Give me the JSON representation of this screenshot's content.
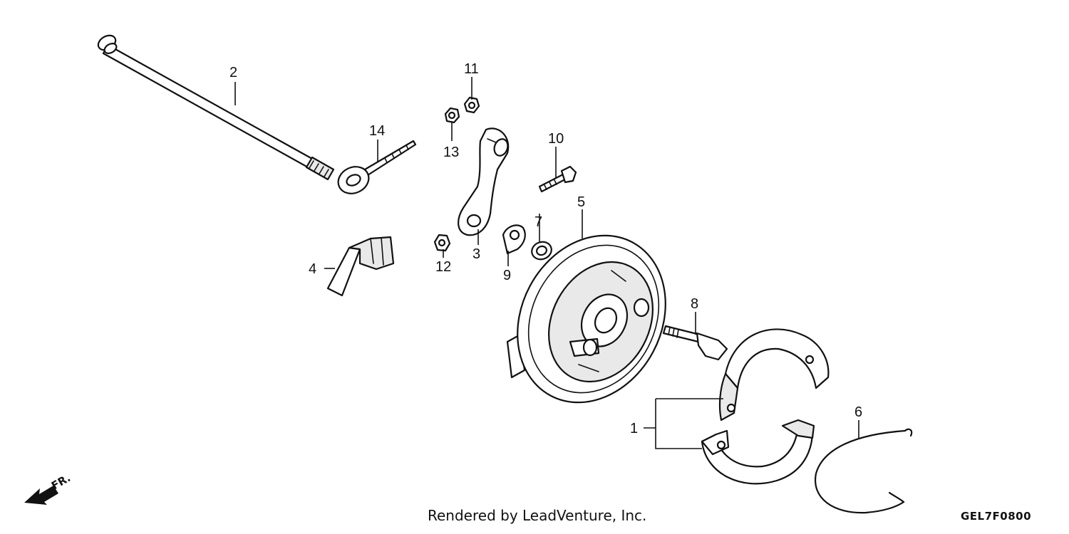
{
  "callouts": {
    "c1": "1",
    "c2": "2",
    "c3": "3",
    "c4": "4",
    "c5": "5",
    "c6": "6",
    "c7": "7",
    "c8": "8",
    "c9": "9",
    "c10": "10",
    "c11": "11",
    "c12": "12",
    "c13": "13",
    "c14": "14"
  },
  "direction_label": "FR.",
  "footer": {
    "credit": "Rendered by LeadVenture, Inc.",
    "code": "GEL7F0800"
  }
}
